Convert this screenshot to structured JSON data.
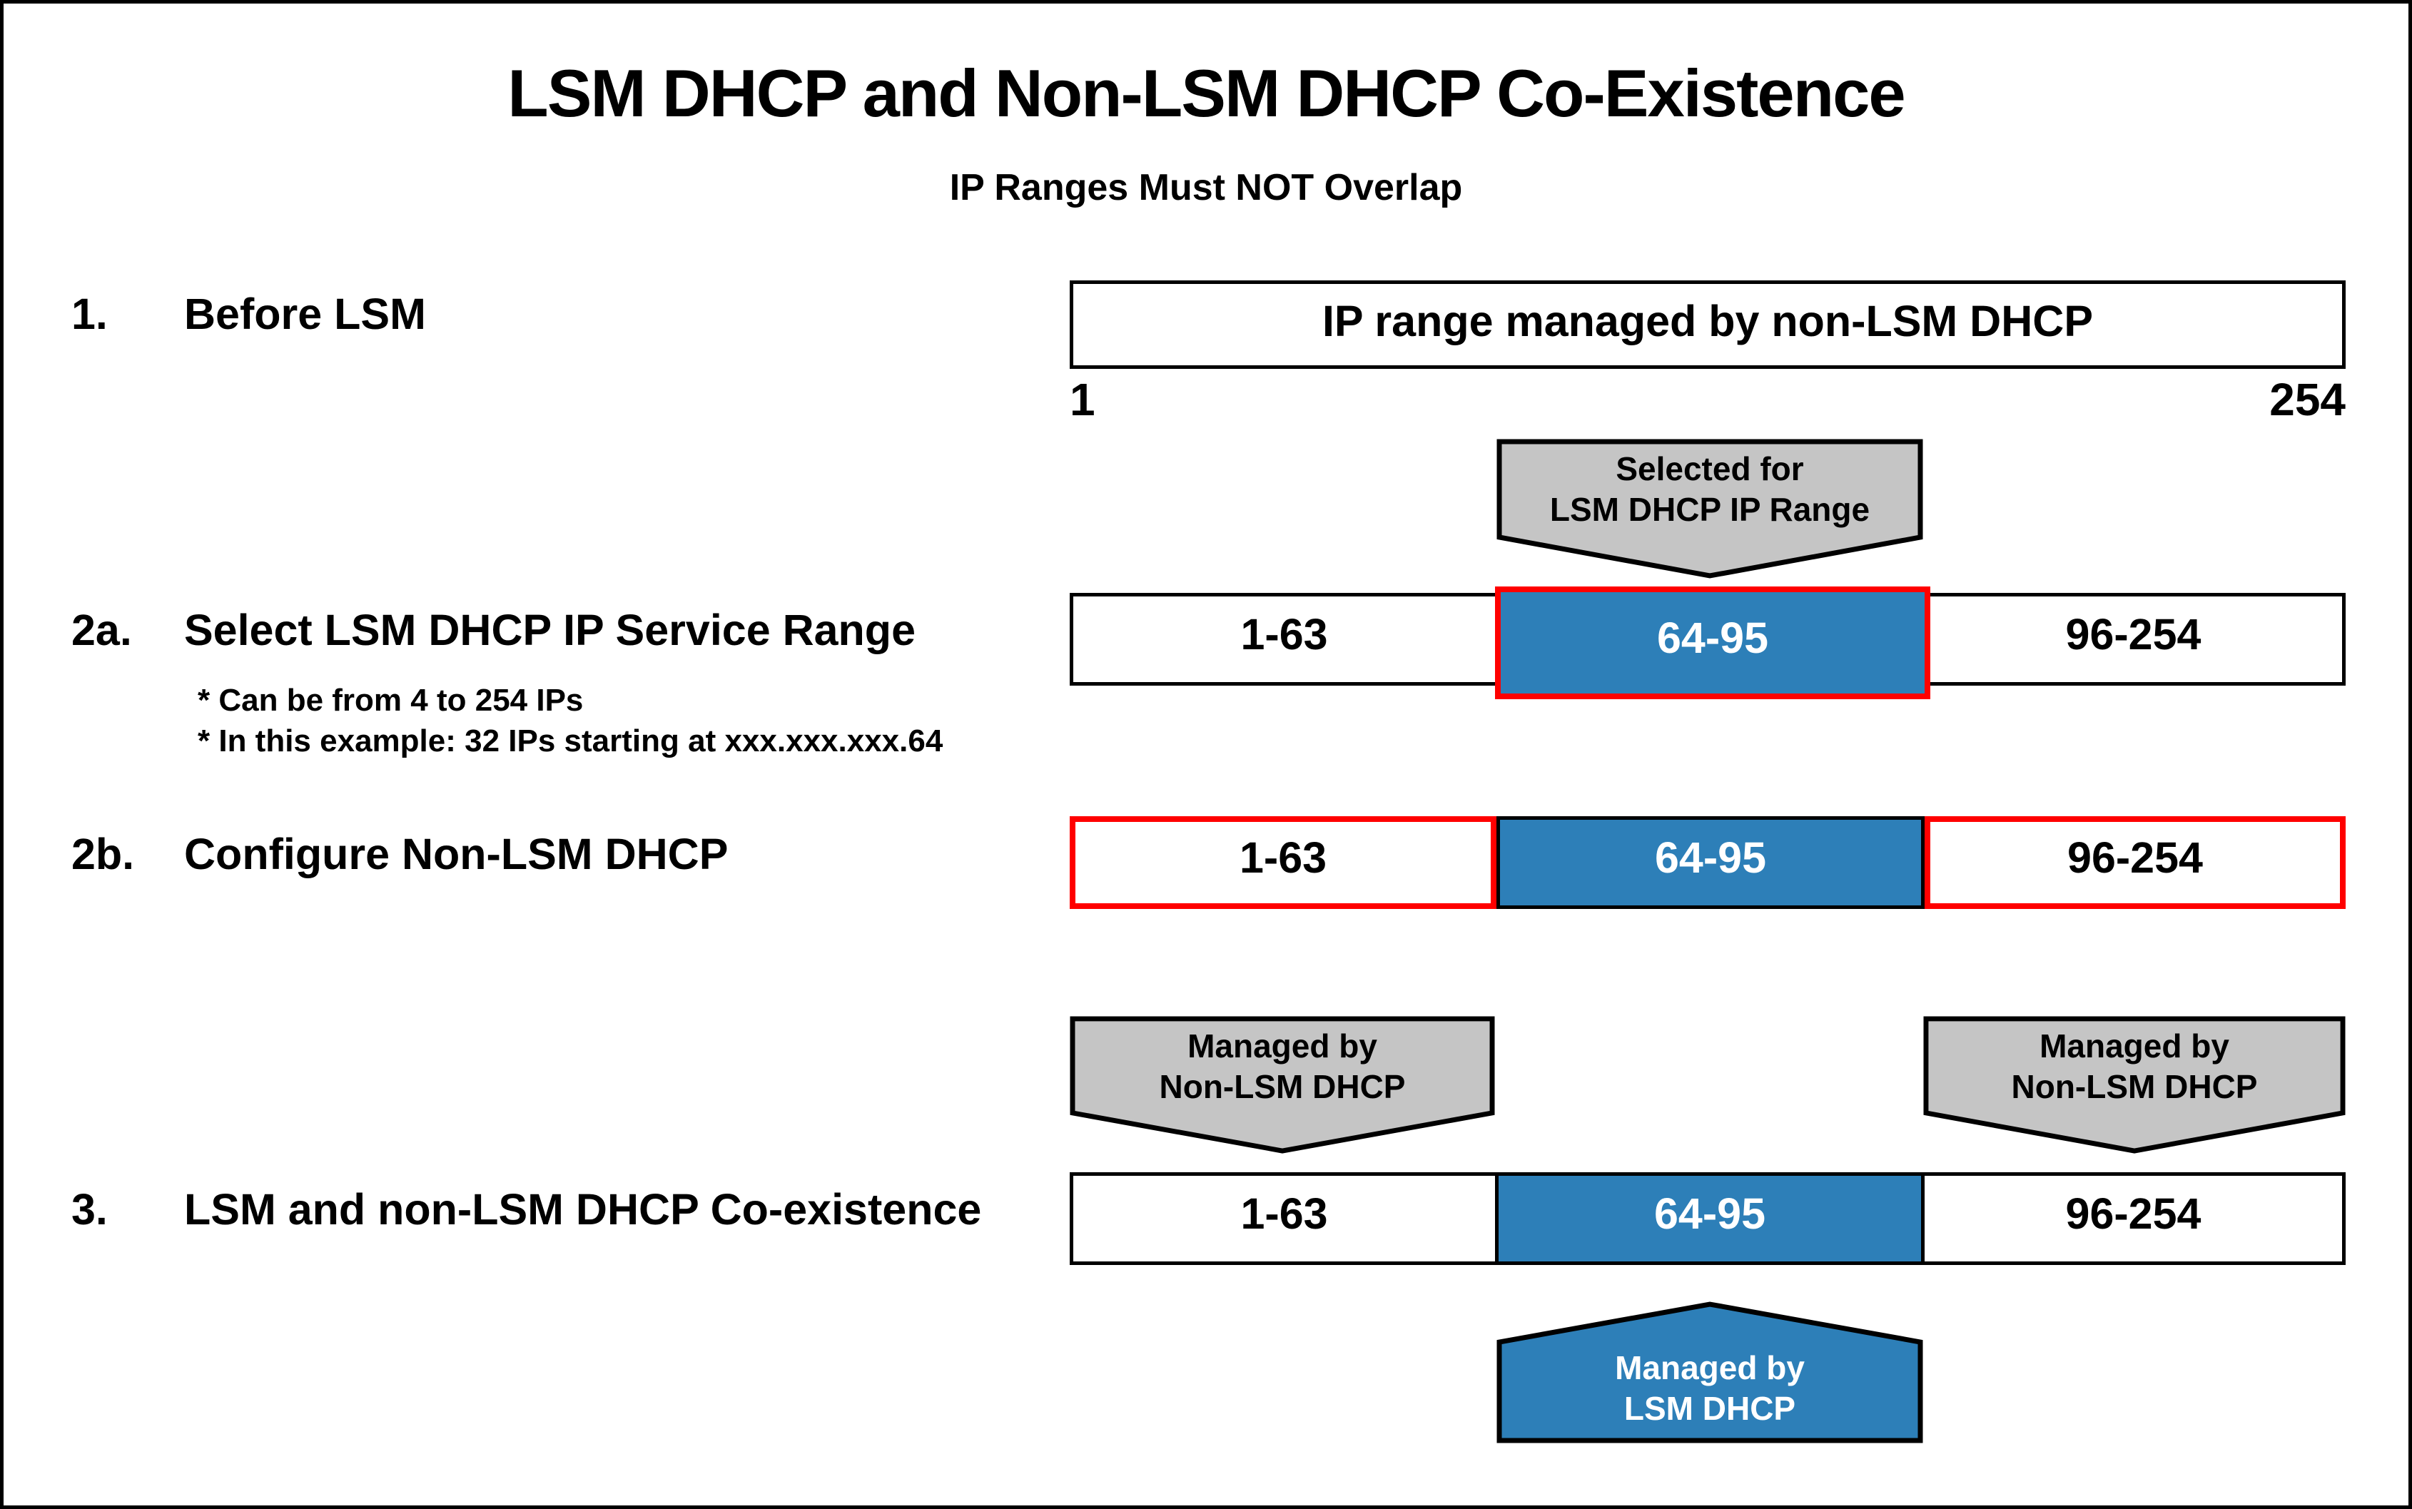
{
  "title": "LSM DHCP and Non-LSM DHCP Co-Existence",
  "subtitle": "IP Ranges Must NOT Overlap",
  "colors": {
    "blue": "#2D7FB8",
    "gray": "#C5C5C5",
    "red": "#FF0000",
    "black": "#000000"
  },
  "rows": {
    "row1": {
      "number": "1.",
      "label": "Before LSM",
      "box_label": "IP range managed by non-LSM DHCP",
      "range_start": "1",
      "range_end": "254"
    },
    "row2a": {
      "number": "2a.",
      "label": "Select LSM DHCP IP Service Range",
      "note1": "* Can be from 4 to 254 IPs",
      "note2": "* In this example: 32 IPs starting at xxx.xxx.xxx.64",
      "segments": [
        "1-63",
        "64-95",
        "96-254"
      ]
    },
    "row2b": {
      "number": "2b.",
      "label": "Configure Non-LSM DHCP",
      "segments": [
        "1-63",
        "64-95",
        "96-254"
      ]
    },
    "row3": {
      "number": "3.",
      "label": "LSM and non-LSM DHCP Co-existence",
      "segments": [
        "1-63",
        "64-95",
        "96-254"
      ]
    }
  },
  "callouts": {
    "selected_for_lsm": {
      "line1": "Selected for",
      "line2": "LSM DHCP IP Range"
    },
    "managed_by_non_lsm_left": {
      "line1": "Managed by",
      "line2": "Non-LSM DHCP"
    },
    "managed_by_non_lsm_right": {
      "line1": "Managed by",
      "line2": "Non-LSM DHCP"
    },
    "managed_by_lsm": {
      "line1": "Managed by",
      "line2": "LSM DHCP"
    }
  }
}
